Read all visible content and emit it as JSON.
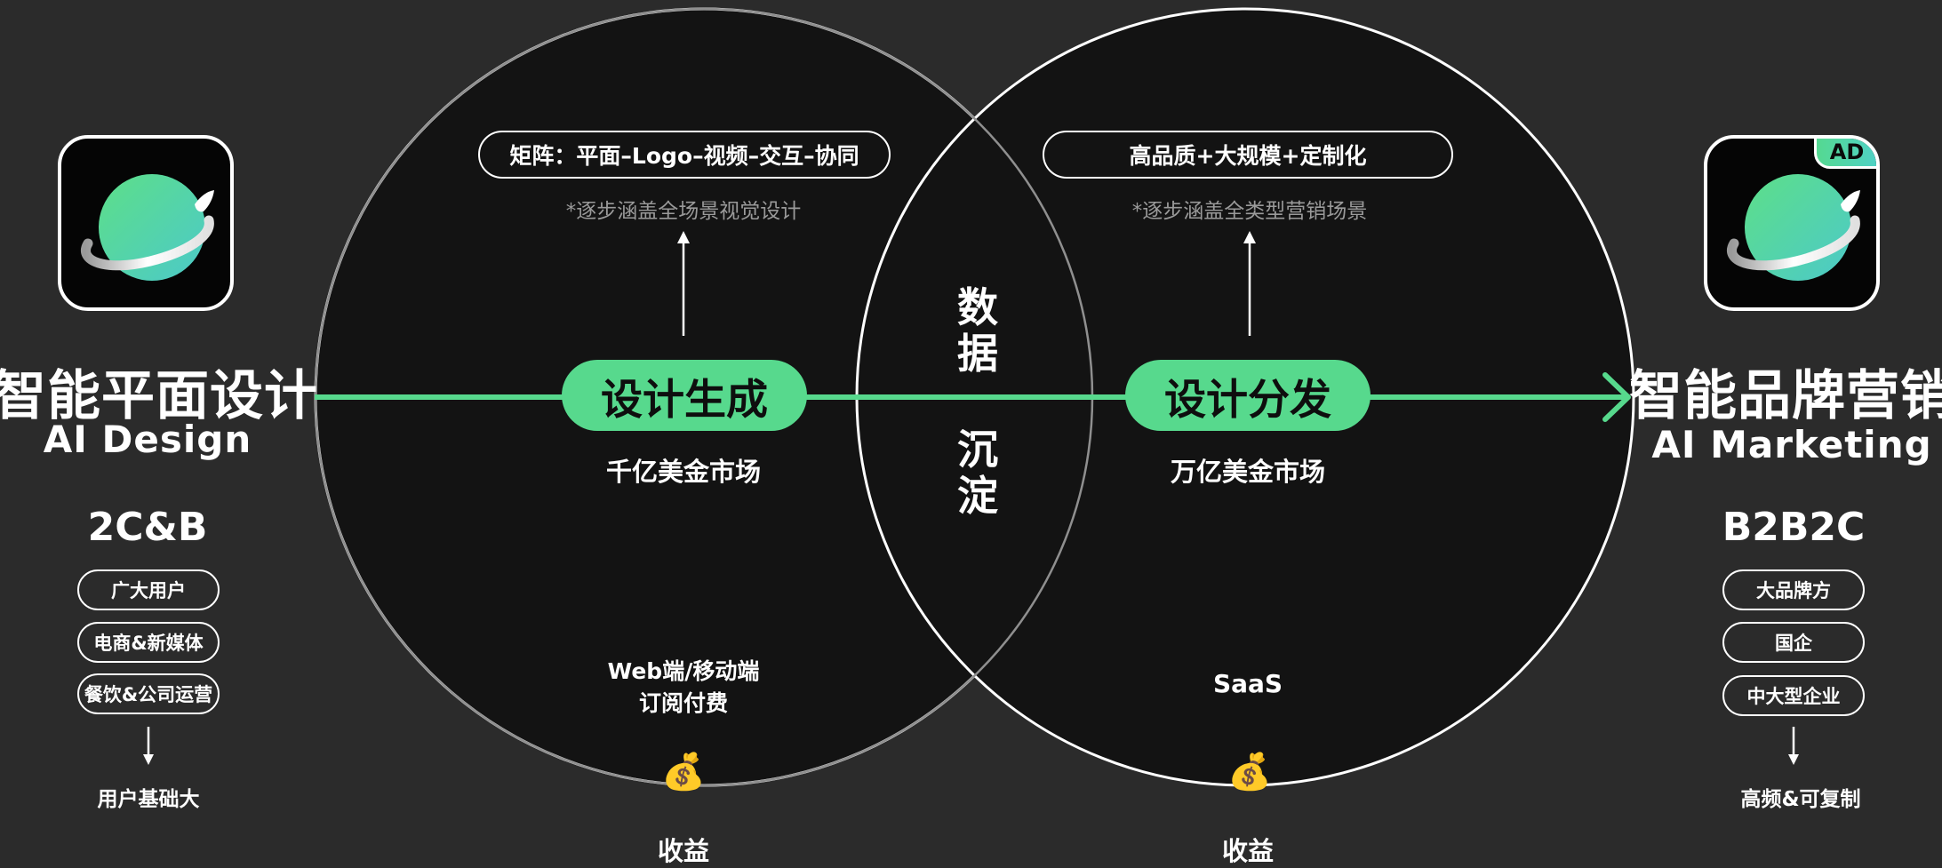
{
  "left": {
    "title": "智能平面设计",
    "subtitle": "AI Design",
    "model": "2C&B",
    "tags": [
      "广大用户",
      "电商&新媒体",
      "餐饮&公司运营"
    ],
    "bottom": "用户基础大"
  },
  "right": {
    "badge": "AD",
    "title": "智能品牌营销",
    "subtitle": "AI Marketing",
    "model": "B2B2C",
    "tags": [
      "大品牌方",
      "国企",
      "中大型企业"
    ],
    "bottom": "高频&可复制"
  },
  "left_circle": {
    "top_pill": "矩阵：平面–Logo–视频–交互–协同",
    "note": "*逐步涵盖全场景视觉设计",
    "main": "设计生成",
    "market": "千亿美金市场",
    "revenue_line1": "Web端/移动端",
    "revenue_line2": "订阅付费",
    "income": "收益"
  },
  "right_circle": {
    "top_pill": "高品质+大规模+定制化",
    "note": "*逐步涵盖全类型营销场景",
    "main": "设计分发",
    "market": "万亿美金市场",
    "revenue_line1": "SaaS",
    "income": "收益"
  },
  "overlap": {
    "chars": [
      "数",
      "据",
      "沉",
      "淀"
    ]
  },
  "icons": {
    "app": "planet-icon",
    "money": "money-bag-icon",
    "arrow": "arrow-icon"
  },
  "colors": {
    "background": "#2b2b2b",
    "accent_green": "#57d98d",
    "line": "#ffffff"
  }
}
